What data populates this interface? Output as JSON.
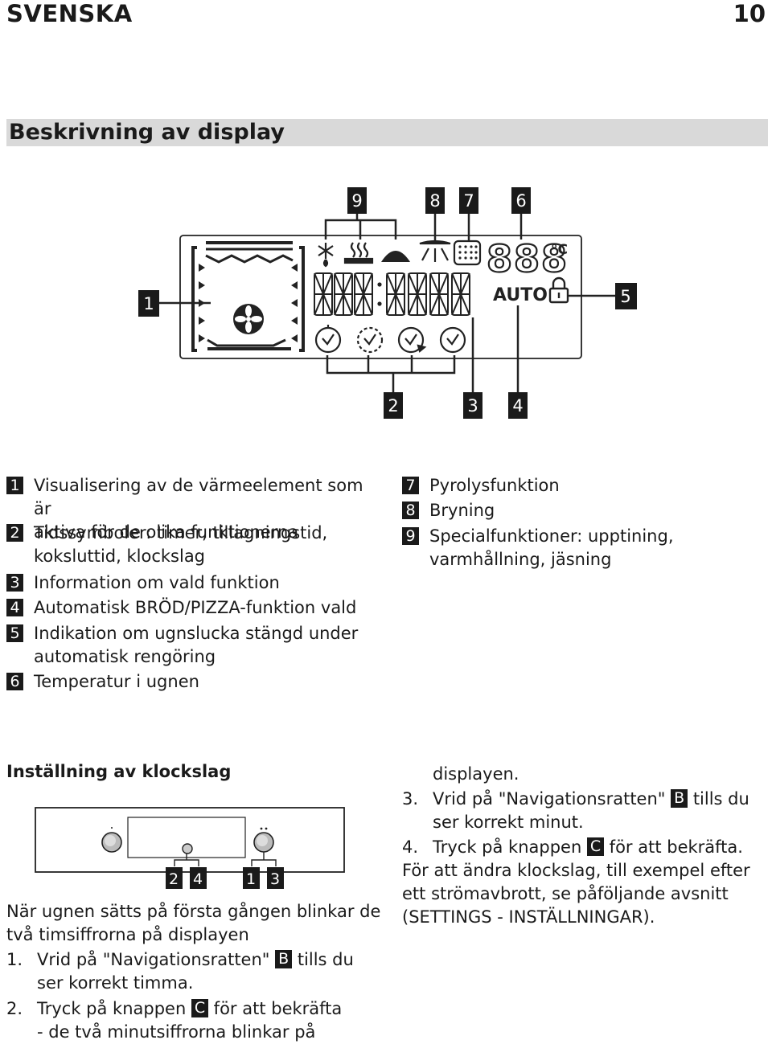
{
  "header": {
    "language": "SVENSKA",
    "page_number": "10"
  },
  "section": {
    "title": "Beskrivning av display"
  },
  "display_diagram": {
    "callouts": [
      "1",
      "2",
      "3",
      "4",
      "5",
      "6",
      "7",
      "8",
      "9"
    ],
    "auto_label": "AUTO",
    "temp_unit": "°C",
    "temp_digits": "888"
  },
  "legend_left": [
    {
      "num": "1",
      "lines": [
        "Visualisering av de värmeelement som är",
        "aktiva för de olika funktionerna"
      ]
    },
    {
      "num": "2",
      "lines": [
        "Tidssymboler: timer, tillagningstid,",
        "koksluttid, klockslag"
      ]
    },
    {
      "num": "3",
      "lines": [
        "Information om vald funktion"
      ]
    },
    {
      "num": "4",
      "lines": [
        "Automatisk BRÖD/PIZZA-funktion vald"
      ]
    },
    {
      "num": "5",
      "lines": [
        "Indikation om ugnslucka stängd under",
        "automatisk rengöring"
      ]
    },
    {
      "num": "6",
      "lines": [
        "Temperatur i ugnen"
      ]
    }
  ],
  "legend_right": [
    {
      "num": "7",
      "lines": [
        "Pyrolysfunktion"
      ]
    },
    {
      "num": "8",
      "lines": [
        "Bryning"
      ]
    },
    {
      "num": "9",
      "lines": [
        "Specialfunktioner: upptining,",
        "varmhållning, jäsning"
      ]
    }
  ],
  "clock": {
    "title": "Inställning av klockslag",
    "panel_labels": [
      "2",
      "4",
      "1",
      "3"
    ],
    "intro": [
      "När ugnen sätts på första gången blinkar de",
      "två timsiffrorna på displayen"
    ],
    "step1_num": "1.",
    "step1_a": "Vrid på \"Navigationsratten\"",
    "step1_badge": "B",
    "step1_b": "tills du",
    "step1_c": "ser korrekt timma.",
    "step2_num": "2.",
    "step2_a": "Tryck på knappen",
    "step2_badge": "C",
    "step2_b": "för att bekräfta",
    "step2_c": "- de två minutsiffrorna blinkar på",
    "step2_d": "displayen.",
    "step3_num": "3.",
    "step3_a": "Vrid på \"Navigationsratten\"",
    "step3_badge": "B",
    "step3_b": "tills du",
    "step3_c": "ser korrekt minut.",
    "step4_num": "4.",
    "step4_a": "Tryck på knappen",
    "step4_badge": "C",
    "step4_b": "för att bekräfta.",
    "outro": [
      "För att ändra klockslag, till exempel efter",
      "ett strömavbrott, se påföljande avsnitt",
      "(SETTINGS - INSTÄLLNINGAR)."
    ]
  }
}
